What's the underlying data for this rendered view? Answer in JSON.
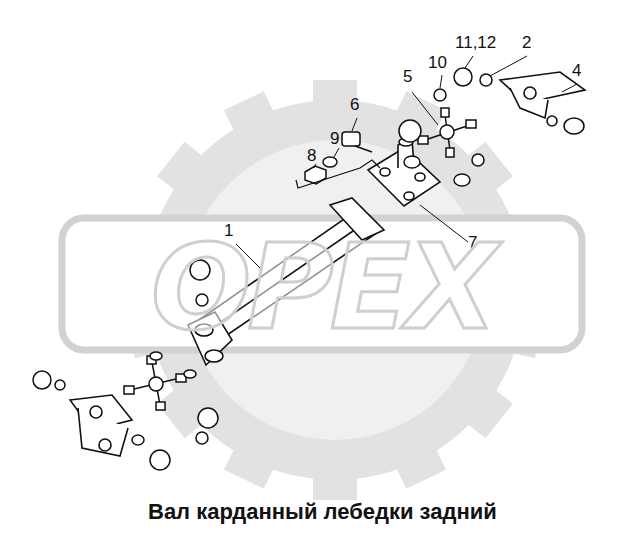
{
  "diagram": {
    "caption": "Вал карданный лебедки задний",
    "labels": [
      "11,12",
      "2",
      "4",
      "10",
      "5",
      "6",
      "9",
      "8",
      "1",
      "7",
      "ОРЕХ"
    ]
  }
}
